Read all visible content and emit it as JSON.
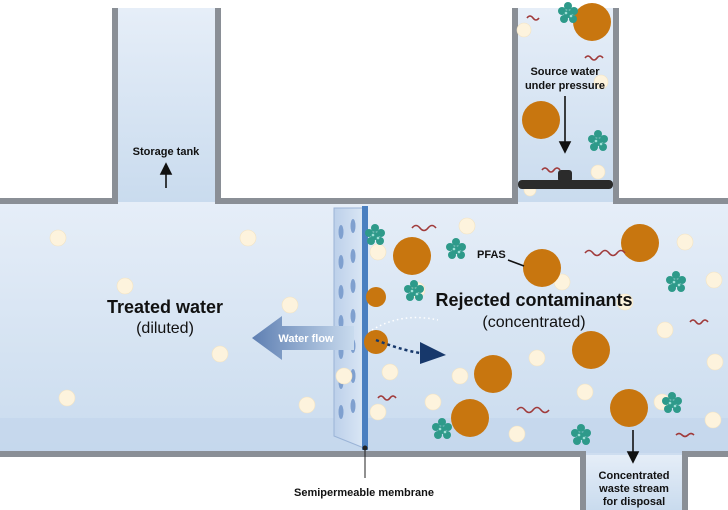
{
  "labels": {
    "storage_tank": "Storage tank",
    "source_water_line1": "Source water",
    "source_water_line2": "under pressure",
    "pfas": "PFAS",
    "treated_water": "Treated water",
    "diluted": "(diluted)",
    "water_flow": "Water flow",
    "rejected_contaminants": "Rejected contaminants",
    "concentrated": "(concentrated)",
    "membrane": "Semipermeable membrane",
    "waste_line1": "Concentrated",
    "waste_line2": "waste stream",
    "waste_line3": "for disposal"
  },
  "colors": {
    "water_fill": "#d8e6f4",
    "pipe_wall": "#8a8f96",
    "membrane": "#4a7fc0",
    "contaminant_large": "#c8760f",
    "contaminant_small": "#fdf3dd",
    "pfas_cluster": "#2e9a8a",
    "squiggle": "#a03a3a",
    "arrow_dark": "#17386b"
  },
  "icons": [
    "pressure-plate-icon",
    "flow-arrow-icon",
    "pfas-cluster-icon"
  ]
}
